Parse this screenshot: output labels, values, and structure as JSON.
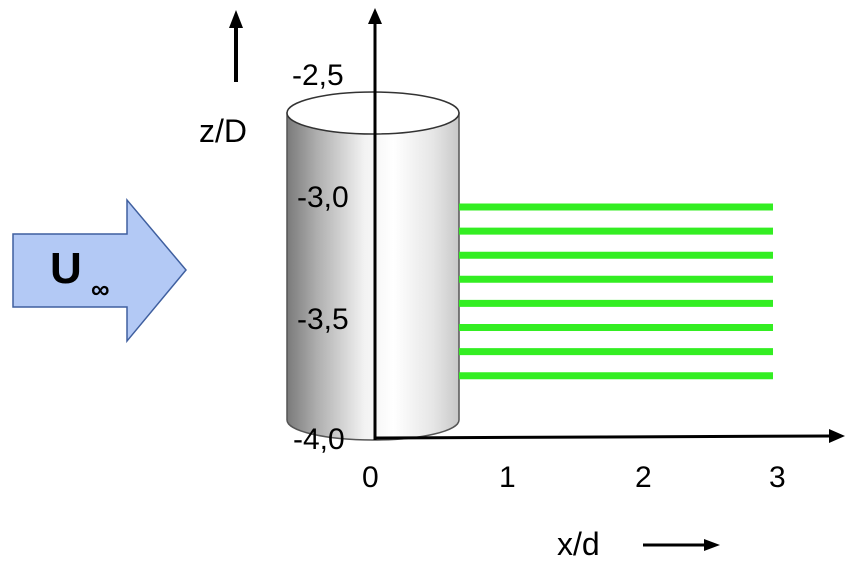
{
  "diagram": {
    "flow_label": "U",
    "flow_subscript": "∞",
    "z_axis_label": "z/D",
    "x_axis_label": "x/d",
    "z_ticks": [
      "-2,5",
      "-3,0",
      "-3,5",
      "-4,0"
    ],
    "x_ticks": [
      "0",
      "1",
      "2",
      "3"
    ],
    "line_count": 8,
    "colors": {
      "arrow_fill": "#b3c9f5",
      "arrow_stroke": "#3f5f9f",
      "lines": "#33ee22",
      "cylinder_edge": "#555555"
    }
  }
}
